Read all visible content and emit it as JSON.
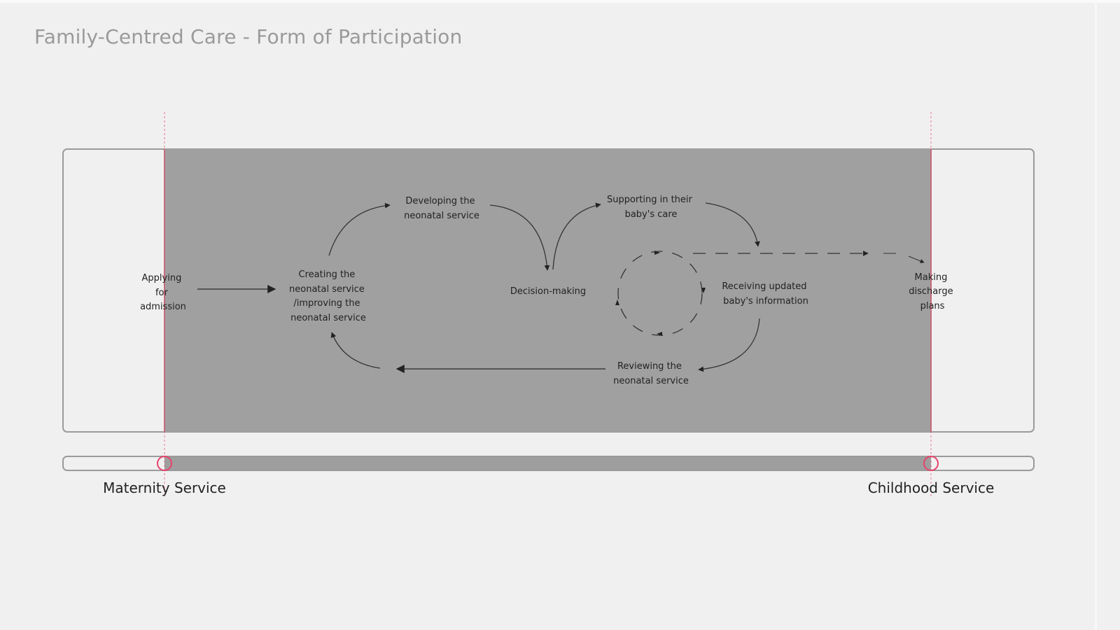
{
  "title": "Family-Centred Care - Form of Participation",
  "colors": {
    "background": "#f0f0f0",
    "active_band": "#a0a0a0",
    "marker": "#e8436a",
    "frame": "#9a9a9a"
  },
  "nodes": {
    "applying": [
      "Applying",
      "for",
      "admission"
    ],
    "creating": [
      "Creating the",
      "neonatal service",
      "/improving the",
      "neonatal service"
    ],
    "developing": [
      "Developing the",
      "neonatal service"
    ],
    "decision": [
      "Decision-making"
    ],
    "supporting": [
      "Supporting in their",
      "baby's care"
    ],
    "receiving": [
      "Receiving updated",
      "baby's information"
    ],
    "reviewing": [
      "Reviewing the",
      "neonatal service"
    ],
    "discharge": [
      "Making",
      "discharge",
      "plans"
    ]
  },
  "timeline": {
    "start_label": "Maternity Service",
    "end_label": "Childhood Service"
  }
}
